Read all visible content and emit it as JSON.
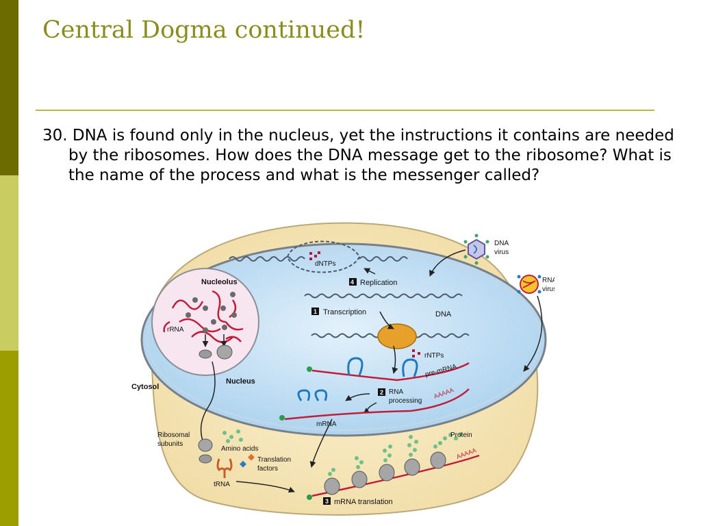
{
  "slide": {
    "title": "Central Dogma continued!",
    "question": "30. DNA is found only in the nucleus, yet the instructions it contains are needed by the ribosomes.  How does the DNA message get to the ribosome?  What is the name of the process and what is the messenger called?"
  },
  "figure": {
    "labels": {
      "nucleolus": "Nucleolus",
      "rrna": "rRNA",
      "nucleus": "Nucleus",
      "cytosol": "Cytosol",
      "dntps": "dNTPs",
      "replication": "Replication",
      "step4": "4",
      "transcription": "Transcription",
      "step1": "1",
      "dna": "DNA",
      "rntps": "rNTPs",
      "pre_mrna": "pre-mRNA",
      "step2": "2",
      "rna_processing_1": "RNA",
      "rna_processing_2": "processing",
      "aaaaa_1": "AAAAA",
      "mrna": "mRNA",
      "dna_virus_1": "DNA",
      "dna_virus_2": "virus",
      "rna_virus_1": "RNA",
      "rna_virus_2": "virus",
      "ribosomal_1": "Ribosomal",
      "ribosomal_2": "subunits",
      "amino_acids": "Amino acids",
      "translation_factors_1": "Translation",
      "translation_factors_2": "factors",
      "trna": "tRNA",
      "protein": "Protein",
      "aaaaa_2": "AAAAA",
      "step3": "3",
      "mrna_translation": "mRNA translation"
    }
  }
}
